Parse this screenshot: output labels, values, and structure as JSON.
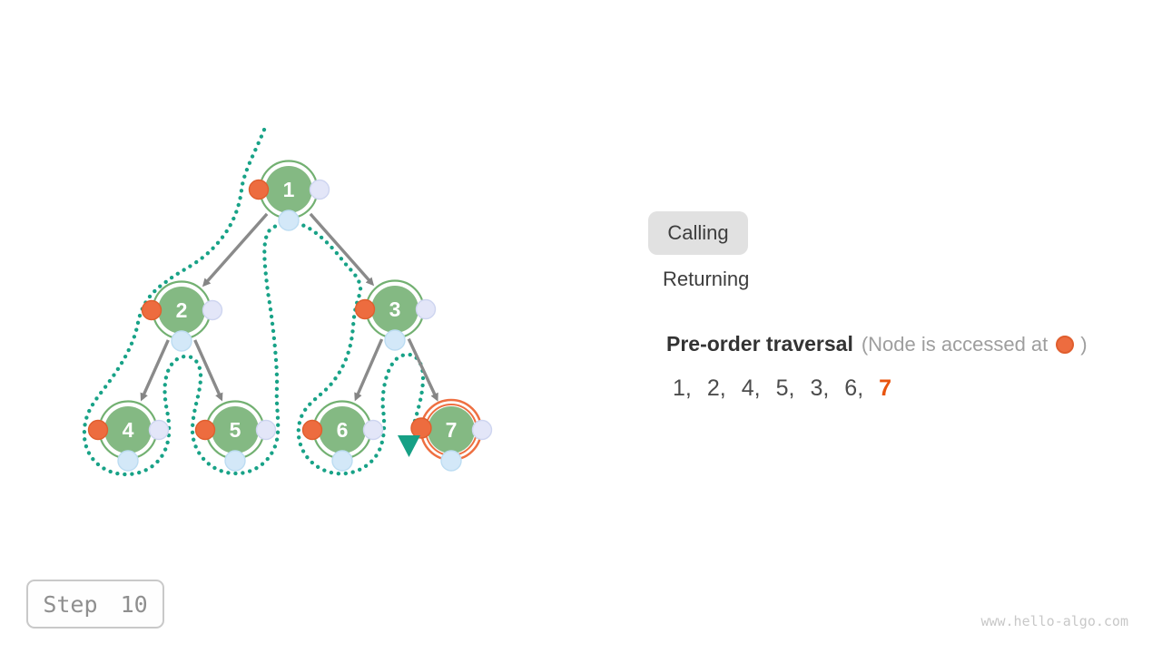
{
  "palette": {
    "node_green": "#84b983",
    "node_ring_green": "#72b071",
    "accessed_orange": "#ed6c3f",
    "current_ring_orange": "#ee6f41",
    "trace_teal": "#18a287",
    "pointer_teal": "#16a085",
    "edge_gray": "#8a8a8a",
    "sequence_current_orange": "#e8540e",
    "pill_gray_bg": "#e1e1e1"
  },
  "tree": {
    "nodes": [
      {
        "label": "1"
      },
      {
        "label": "2"
      },
      {
        "label": "3"
      },
      {
        "label": "4"
      },
      {
        "label": "5"
      },
      {
        "label": "6"
      },
      {
        "label": "7"
      }
    ],
    "edges": [
      [
        "1",
        "2"
      ],
      [
        "1",
        "3"
      ],
      [
        "2",
        "4"
      ],
      [
        "2",
        "5"
      ],
      [
        "3",
        "6"
      ],
      [
        "3",
        "7"
      ]
    ],
    "current_node": "7"
  },
  "panel": {
    "calling_label": "Calling",
    "returning_label": "Returning",
    "active_phase": "Calling",
    "traversal_title": "Pre-order traversal",
    "note_prefix": "(Node is accessed at",
    "note_suffix": ")",
    "sequence": [
      "1",
      "2",
      "4",
      "5",
      "3",
      "6",
      "7"
    ],
    "separator": ",",
    "current_index": 6
  },
  "step_indicator": {
    "label": "Step 10"
  },
  "watermark": "www.hello-algo.com"
}
